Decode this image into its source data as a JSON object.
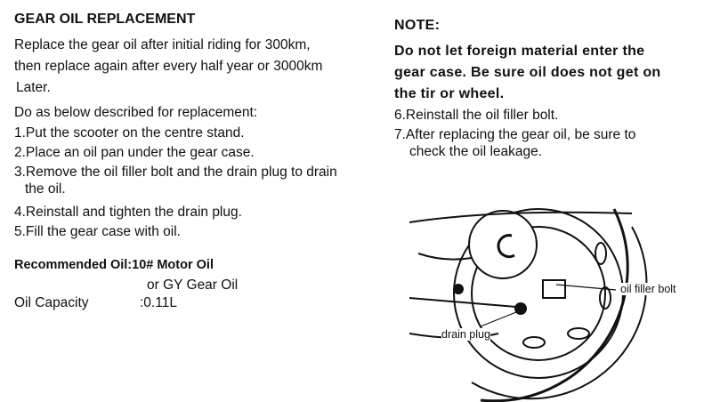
{
  "left": {
    "title": "GEAR OIL REPLACEMENT",
    "intro": [
      "Replace the gear oil after initial riding for 300km,",
      "then replace again after every half year or 3000km",
      "Later."
    ],
    "procedure_intro": "Do as below described for replacement:",
    "steps": [
      "1.Put the scooter on the centre stand.",
      "2.Place an oil pan under the gear case.",
      "3.Remove the oil filler bolt and the drain plug to drain",
      "the oil.",
      "4.Reinstall and tighten the drain plug.",
      "5.Fill the gear case with oil."
    ],
    "recommended_label": "Recommended Oil:10# Motor Oil",
    "recommended_alt": "or GY Gear Oil",
    "capacity_label": "Oil Capacity",
    "capacity_value": ":0.11L"
  },
  "right": {
    "note_title": "NOTE:",
    "note_lines": [
      "Do not let foreign material enter the",
      "gear case. Be sure oil does not get on",
      "the tir or wheel."
    ],
    "steps": [
      "6.Reinstall the oil filler bolt.",
      "7.After replacing the gear oil, be sure to",
      "check the oil leakage."
    ],
    "diagram_labels": {
      "filler": "oil filler bolt",
      "drain": "drain plug"
    }
  }
}
